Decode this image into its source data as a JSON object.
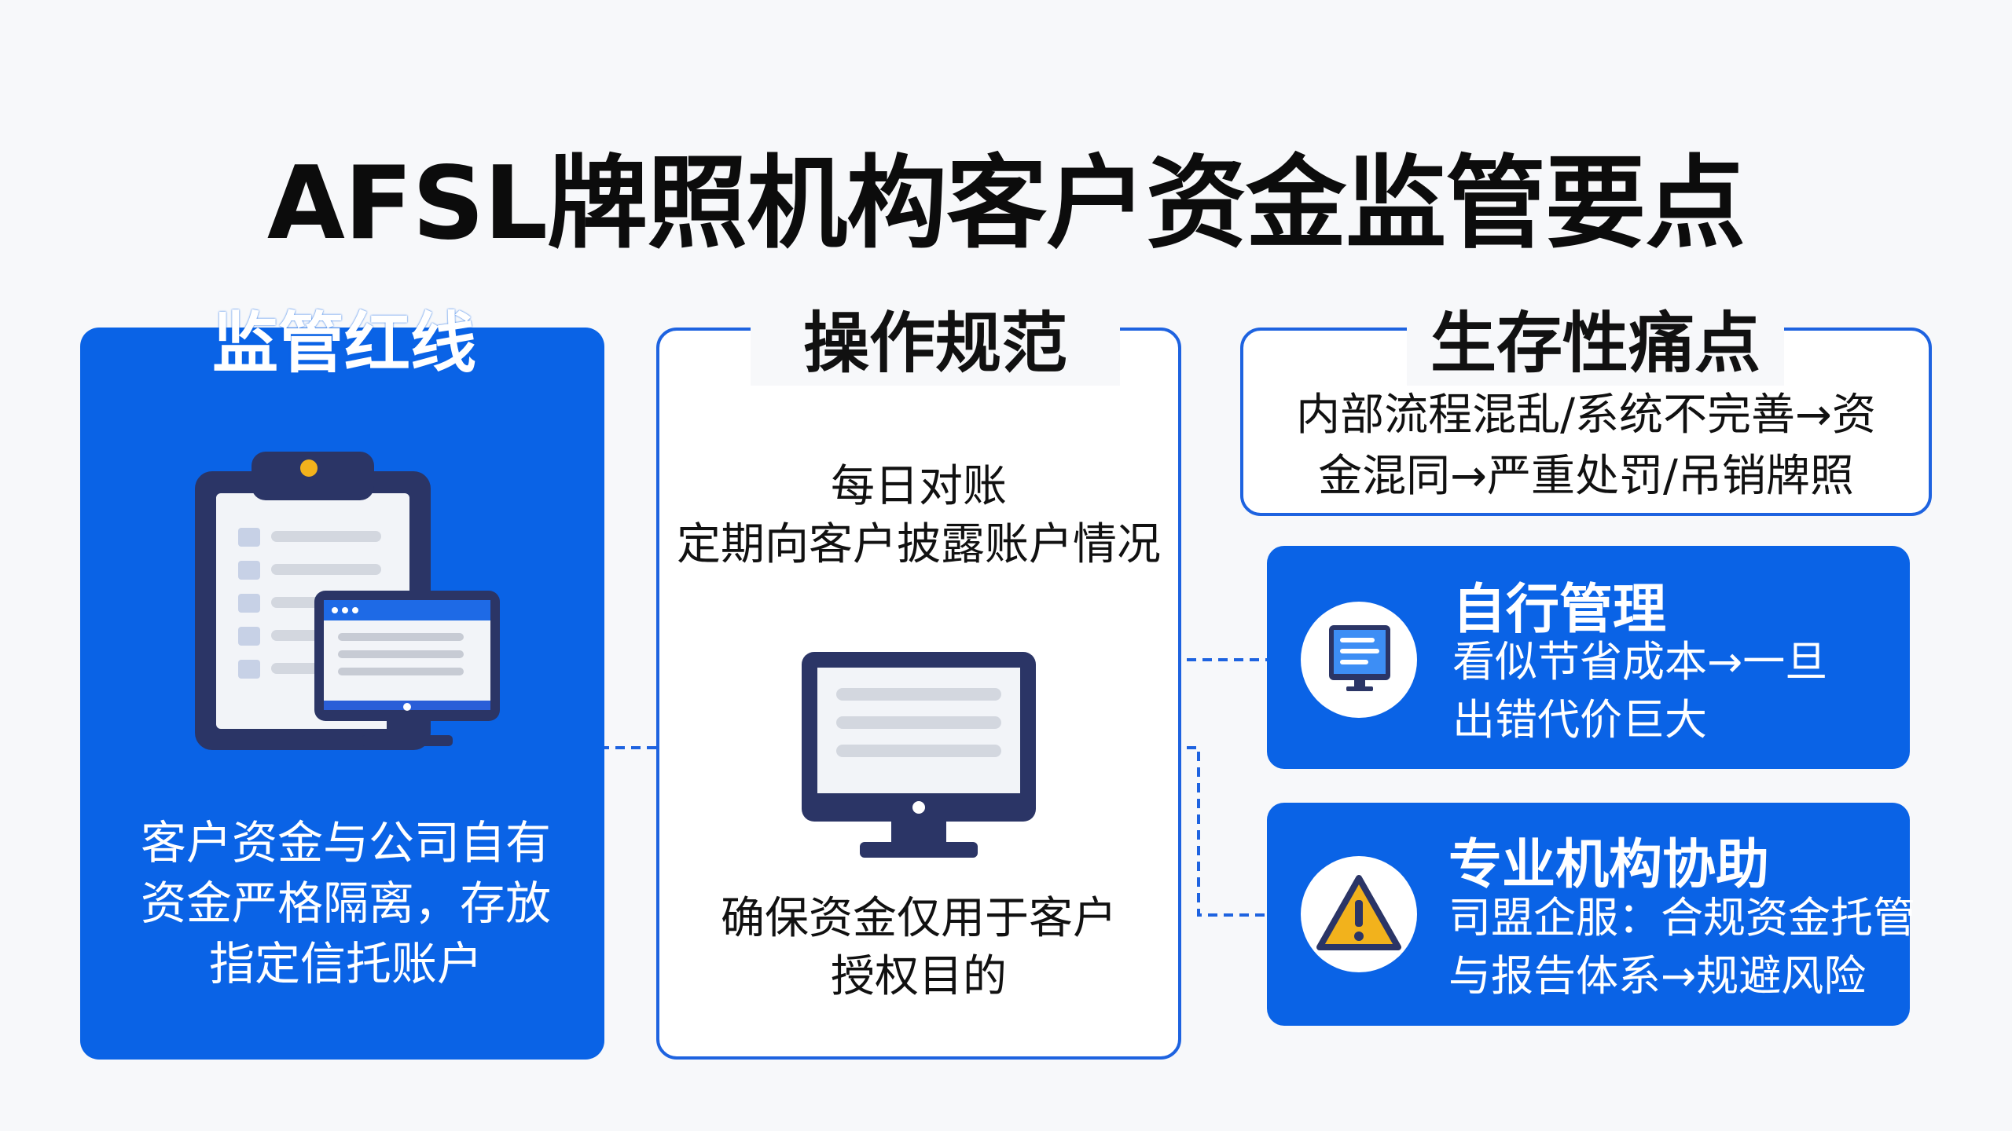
{
  "title": "AFSL牌照机构客户资金监管要点",
  "left_panel": {
    "heading": "监管红线",
    "text_lines": [
      "客户资金与公司自有",
      "资金严格隔离，存放",
      "指定信托账户"
    ]
  },
  "middle_panel": {
    "heading": "操作规范",
    "top_lines": [
      "每日对账",
      "定期向客户披露账户情况"
    ],
    "bottom_lines": [
      "确保资金仅用于客户",
      "授权目的"
    ]
  },
  "right_top_panel": {
    "heading": "生存性痛点",
    "text_lines": [
      "内部流程混乱/系统不完善→资",
      "金混同→严重处罚/吊销牌照"
    ]
  },
  "cards": [
    {
      "heading": "自行管理",
      "text_lines": [
        "看似节省成本→一旦",
        "出错代价巨大"
      ],
      "icon": "document-monitor-icon"
    },
    {
      "heading": "专业机构协助",
      "text_lines": [
        "司盟企服：合规资金托管",
        "与报告体系→规避风险"
      ],
      "icon": "warning-icon"
    }
  ],
  "colors": {
    "primary_blue": "#0a63e6",
    "outline_blue": "#1e63e0",
    "navy": "#2b3566",
    "warning_yellow": "#f2b21c"
  }
}
